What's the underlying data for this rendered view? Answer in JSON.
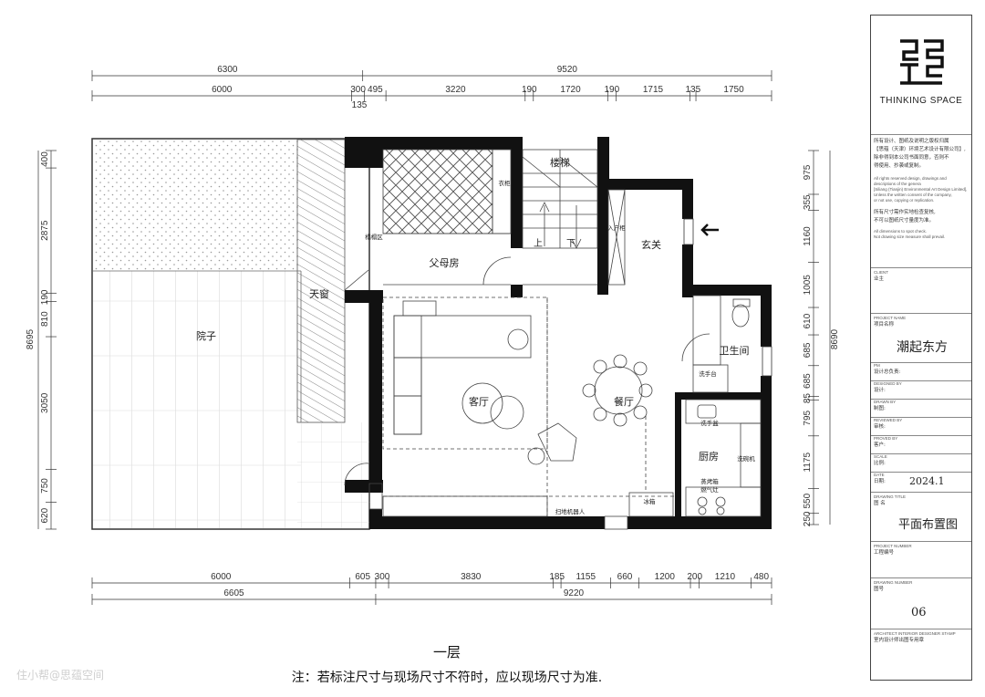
{
  "dimensions": {
    "top_overall": [
      "6300",
      "9520"
    ],
    "top_detail": [
      "6000",
      "300",
      "495",
      "3220",
      "190",
      "1720",
      "190",
      "1715",
      "135",
      "1750"
    ],
    "top_small": "135",
    "bottom_detail": [
      "6000",
      "605",
      "300",
      "3830",
      "185",
      "1155",
      "660",
      "1200",
      "200",
      "1210",
      "480"
    ],
    "bottom_overall": [
      "6605",
      "9220"
    ],
    "left_detail": [
      "400",
      "2875",
      "190",
      "810",
      "3050",
      "750",
      "620"
    ],
    "left_overall": "8695",
    "right_detail": [
      "975",
      "355",
      "1160",
      "1005",
      "610",
      "685",
      "685",
      "85",
      "795",
      "1175",
      "550",
      "250"
    ],
    "right_overall": "8690"
  },
  "rooms": {
    "courtyard": "院子",
    "skylight": "天窗",
    "parents_room": "父母房",
    "stairs": "楼梯",
    "stair_up": "上",
    "stair_down": "下",
    "entrance": "玄关",
    "living_room": "客厅",
    "dining_room": "餐厅",
    "bathroom": "卫生间",
    "kitchen": "厨房"
  },
  "fixtures": {
    "wardrobe": "衣柜",
    "tatami": "榻榻区",
    "entry_cabinet": "入户柜",
    "wash_basin": "洗手台",
    "sink": "洗手盆",
    "dishwasher": "洗碗机",
    "oven": "蒸烤箱",
    "hood": "燃气灶",
    "fridge": "冰箱",
    "robot": "扫地机器人"
  },
  "captions": {
    "floor": "一层",
    "note": "注：若标注尺寸与现场尺寸不符时，应以现场尺寸为准."
  },
  "watermark": "住小帮@思蕴空间",
  "title_block": {
    "brand": "THINKING SPACE",
    "copyright_cn": [
      "所有设计、图纸及说明之版权归属",
      "【思蕴（天津）环境艺术设计有限公司】,",
      "除非得到本公司书面同意，否则不",
      "得使用、抄袭或复制。"
    ],
    "copyright_en": [
      "All rights reserved design, drawings and",
      "descriptions of the genera",
      "[Siliang (Tianjin) Environmental Art Design Limited],",
      "Unless the written consent of the company,",
      "or not use, copying or replication."
    ],
    "dims_cn": [
      "所有尺寸需作实地检查复核,",
      "不可以图纸尺寸量度为准。"
    ],
    "dims_en": [
      "All dimensions to spot check.",
      "Not drawing size measure shall prevail."
    ],
    "client_en": "CLIENT",
    "client_cn": "业主",
    "project_en": "PROJECT NAME",
    "project_cn": "项目名称",
    "project_value": "潮起东方",
    "pm_en": "PM",
    "pm_cn": "设计总负责:",
    "designed_en": "DESIGNED BY",
    "designed_cn": "设计:",
    "drawn_en": "DRAWN BY",
    "drawn_cn": "制图:",
    "reviewed_en": "REVIEWED BY",
    "reviewed_cn": "审核:",
    "proved_en": "PROVED BY",
    "proved_cn": "客户:",
    "scale_en": "SCALE",
    "scale_cn": "比例:",
    "date_en": "DATE",
    "date_cn": "日期:",
    "date_value": "2024.1",
    "title_en": "DRAWING TITLE",
    "title_cn": "图  名",
    "title_value": "平面布置图",
    "projno_en": "PROJECT NUMBER",
    "projno_cn": "工程编号",
    "drawno_en": "DRAWING NUMBER",
    "drawno_cn": "图号",
    "drawno_value": "06",
    "stamp_en": "ARCHITECT INTERIOR DESIGNER STAMP",
    "stamp_cn": "室内设计师出图专用章"
  }
}
